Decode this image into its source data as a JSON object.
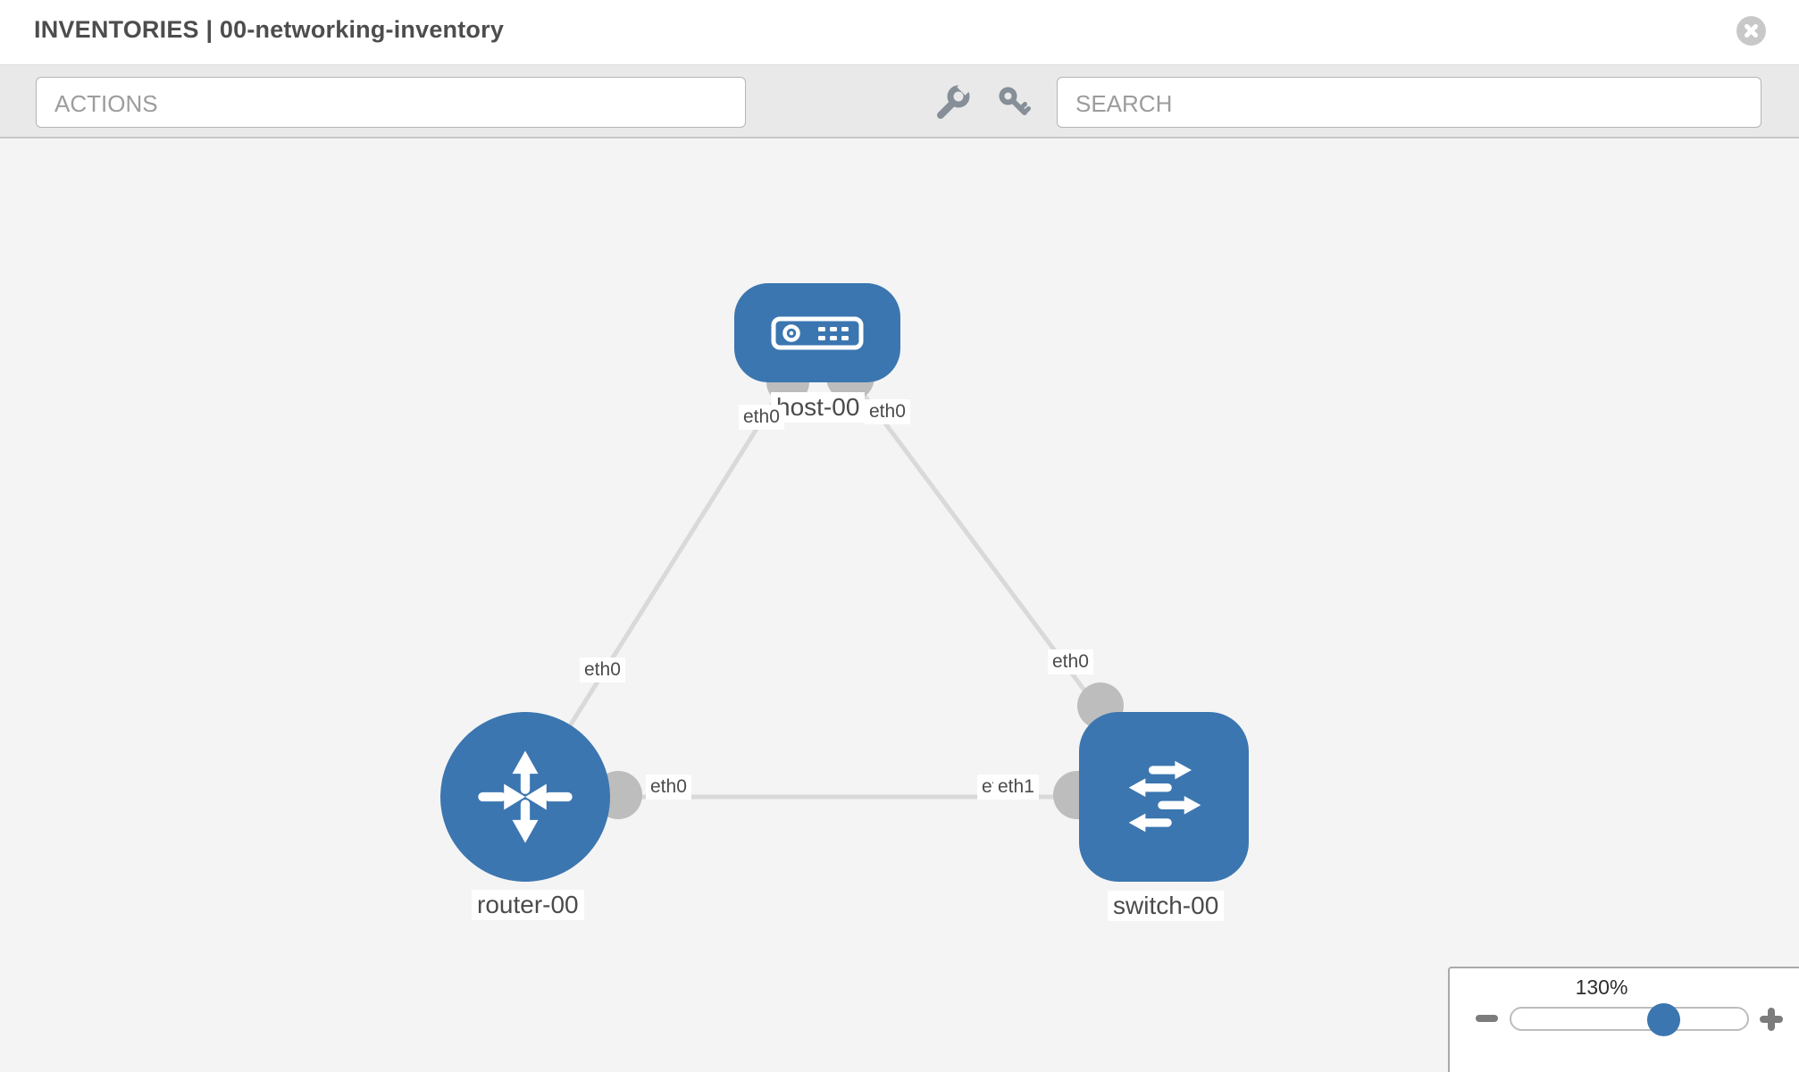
{
  "header": {
    "title": "INVENTORIES | 00-networking-inventory",
    "close_icon": "x-circle-icon"
  },
  "toolbar": {
    "actions_label": "ACTIONS",
    "search_placeholder": "SEARCH",
    "icons": [
      "wrench-icon",
      "key-icon",
      "caret-down-icon"
    ]
  },
  "topology": {
    "nodes": [
      {
        "id": "host-00",
        "label": "host-00",
        "type": "host",
        "icon": "server-icon",
        "shape": "rounded-rect"
      },
      {
        "id": "router-00",
        "label": "router-00",
        "type": "router",
        "icon": "router-arrows-icon",
        "shape": "circle"
      },
      {
        "id": "switch-00",
        "label": "switch-00",
        "type": "switch",
        "icon": "switch-arrows-icon",
        "shape": "rounded-square"
      }
    ],
    "links": [
      {
        "from": "host-00",
        "to": "router-00"
      },
      {
        "from": "host-00",
        "to": "switch-00"
      },
      {
        "from": "router-00",
        "to": "switch-00"
      }
    ],
    "interface_labels": [
      {
        "link": "host-00/router-00",
        "end": "host-00",
        "text": "eth0"
      },
      {
        "link": "host-00/router-00",
        "end": "router-00",
        "text": "eth0"
      },
      {
        "link": "host-00/switch-00",
        "end": "host-00",
        "text": "eth0"
      },
      {
        "link": "host-00/switch-00",
        "end": "switch-00",
        "text": "eth0"
      },
      {
        "link": "router-00/switch-00",
        "end": "router-00",
        "text": "eth0"
      },
      {
        "link": "router-00/switch-00",
        "end": "switch-00",
        "text": "eth0"
      },
      {
        "link": "router-00/switch-00",
        "end": "switch-00",
        "text": "eth1"
      }
    ]
  },
  "zoom_control": {
    "level": "130%",
    "minus_icon": "minus-icon",
    "plus_icon": "plus-icon"
  },
  "colors": {
    "node_blue": "#3b76b0",
    "canvas_bg": "#f4f4f5",
    "toolbar_bg": "#e9e9e9",
    "link_gray": "#d9d9d9",
    "port_gray": "#bdbdbd"
  }
}
